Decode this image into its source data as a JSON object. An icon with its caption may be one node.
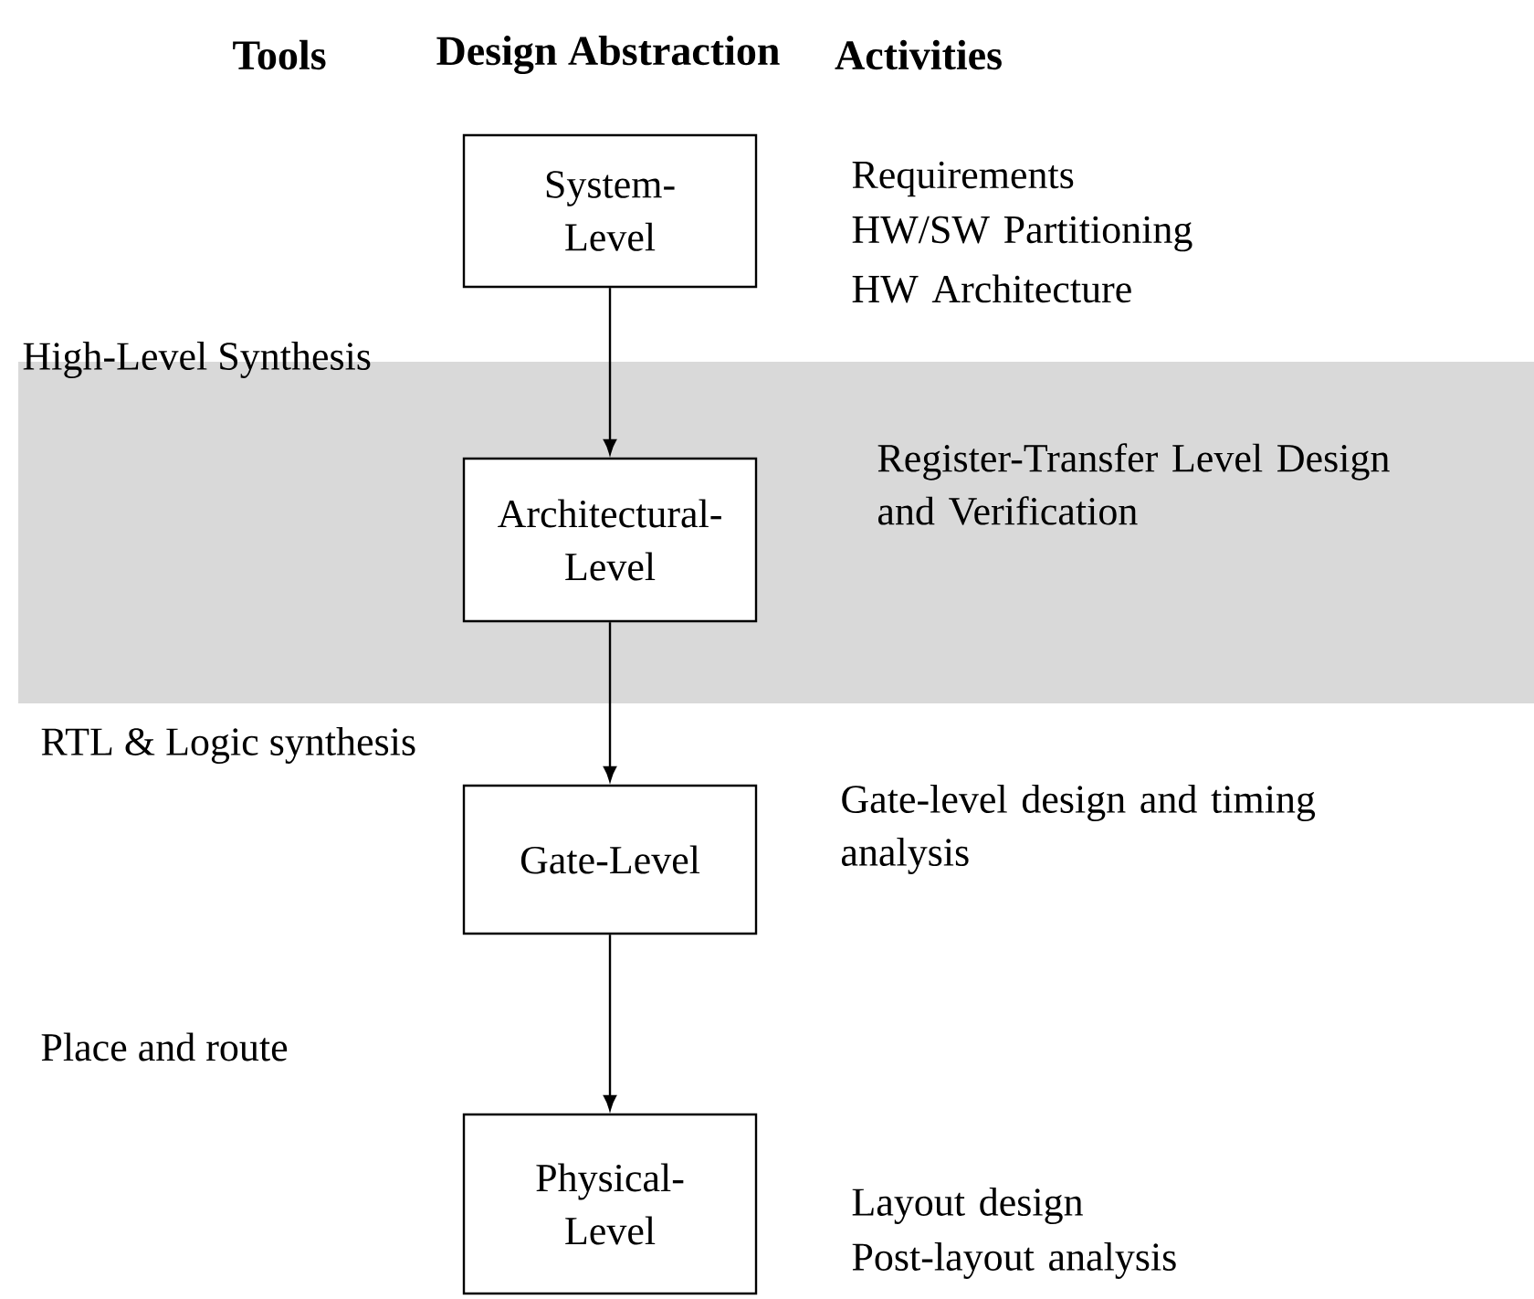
{
  "diagram": {
    "nodes": [
      {
        "text": [
          "System- Level"
        ],
        "beside": [
          "Requirements",
          "HW/SW Partitioning",
          "HW Architecture"
        ]
      },
      {
        "text": [
          "Architectural- Level"
        ],
        "beside": [
          "Register-Transfer Level Design and Verification"
        ]
      },
      {
        "text": [
          "Gate-Level"
        ],
        "beside": [
          "Gate-level design and timing analysis"
        ]
      },
      {
        "text": [
          "Physical- Level"
        ],
        "beside": [
          "Layout design",
          "Post-layout analysis"
        ]
      }
    ],
    "edges": [
      {
        "from": 0,
        "to": 1,
        "arrow": "to"
      },
      {
        "from": 1,
        "to": 2,
        "arrow": "to"
      },
      {
        "from": 2,
        "to": 3,
        "arrow": "to"
      }
    ],
    "labels": [
      "Tools",
      "Design Abstraction",
      "Activities",
      "High-Level Synthesis",
      "RTL & Logic synthesis",
      "Place and route"
    ]
  }
}
